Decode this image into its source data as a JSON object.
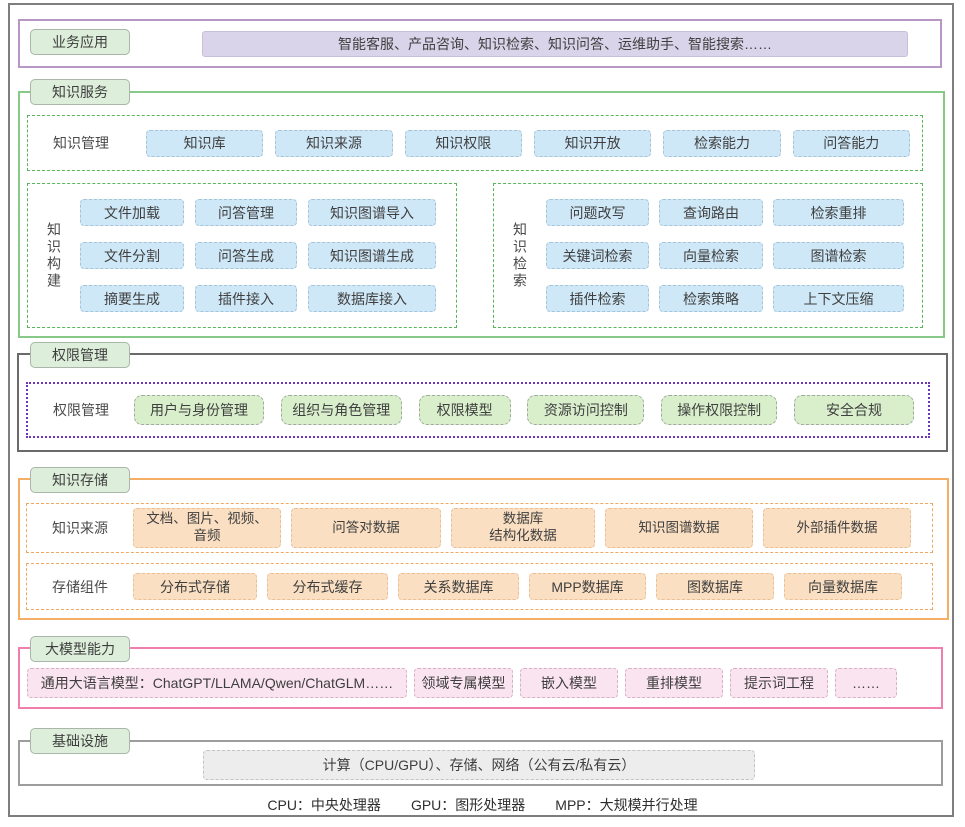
{
  "sections": {
    "business": {
      "label": "业务应用",
      "bar": "智能客服、产品咨询、知识检索、知识问答、运维助手、智能搜索……"
    },
    "service": {
      "label": "知识服务",
      "management": {
        "label": "知识管理",
        "items": [
          "知识库",
          "知识来源",
          "知识权限",
          "知识开放",
          "检索能力",
          "问答能力"
        ]
      },
      "construction": {
        "label": "知识构建",
        "items": [
          "文件加载",
          "问答管理",
          "知识图谱导入",
          "文件分割",
          "问答生成",
          "知识图谱生成",
          "摘要生成",
          "插件接入",
          "数据库接入"
        ]
      },
      "retrieval": {
        "label": "知识检索",
        "items": [
          "问题改写",
          "查询路由",
          "检索重排",
          "关键词检索",
          "向量检索",
          "图谱检索",
          "插件检索",
          "检索策略",
          "上下文压缩"
        ]
      }
    },
    "permission": {
      "label": "权限管理",
      "row_label": "权限管理",
      "items": [
        "用户与身份管理",
        "组织与角色管理",
        "权限模型",
        "资源访问控制",
        "操作权限控制",
        "安全合规"
      ]
    },
    "storage": {
      "label": "知识存储",
      "sources": {
        "label": "知识来源",
        "items": [
          "文档、图片、视频、\n音频",
          "问答对数据",
          "数据库\n结构化数据",
          "知识图谱数据",
          "外部插件数据"
        ]
      },
      "components": {
        "label": "存储组件",
        "items": [
          "分布式存储",
          "分布式缓存",
          "关系数据库",
          "MPP数据库",
          "图数据库",
          "向量数据库"
        ]
      }
    },
    "llm": {
      "label": "大模型能力",
      "items": [
        "通用大语言模型：ChatGPT/LLAMA/Qwen/ChatGLM……",
        "领域专属模型",
        "嵌入模型",
        "重排模型",
        "提示词工程",
        "……"
      ]
    },
    "infrastructure": {
      "label": "基础设施",
      "item": "计算（CPU/GPU）、存储、网络（公有云/私有云）"
    }
  },
  "footer": {
    "items": [
      "CPU：中央处理器",
      "GPU：图形处理器",
      "MPP：大规模并行处理"
    ]
  },
  "colors": {
    "business_border": "#b897c6",
    "service_border": "#87c987",
    "service_dashed": "#57b757",
    "permission_border": "#6a6a6a",
    "permission_dashed": "#6e35b5",
    "storage_border": "#f5ae65",
    "llm_border": "#f07fae",
    "infrastructure_border": "#9d9d9d",
    "label_green_fill": "#ddeeda",
    "node_blue_fill": "#cfe8f7",
    "node_green_fill": "#d9efcb",
    "node_orange_fill": "#fadfc2",
    "node_pink_fill": "#fae4ef",
    "node_lavender_fill": "#d9d4e9",
    "node_gray_fill": "#ededed"
  }
}
